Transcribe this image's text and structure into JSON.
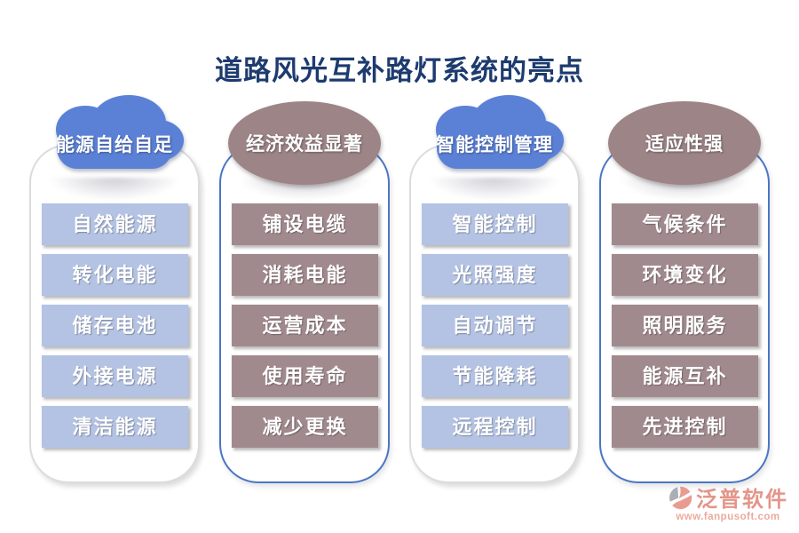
{
  "title": "道路风光互补路灯系统的亮点",
  "columns": [
    {
      "header": "能源自给自足",
      "shape": "cloud",
      "items": [
        "自然能源",
        "转化电能",
        "储存电池",
        "外接电源",
        "清洁能源"
      ]
    },
    {
      "header": "经济效益显著",
      "shape": "ellipse",
      "items": [
        "铺设电缆",
        "消耗电能",
        "运营成本",
        "使用寿命",
        "减少更换"
      ]
    },
    {
      "header": "智能控制管理",
      "shape": "cloud",
      "items": [
        "智能控制",
        "光照强度",
        "自动调节",
        "节能降耗",
        "远程控制"
      ]
    },
    {
      "header": "适应性强",
      "shape": "ellipse",
      "items": [
        "气候条件",
        "环境变化",
        "照明服务",
        "能源互补",
        "先进控制"
      ]
    }
  ],
  "watermark": {
    "brand": "泛普软件",
    "url": "www.fanpusoft.com"
  },
  "colors": {
    "title": "#1d3b6e",
    "cloud": "#5b81d7",
    "ellipse": "#9c8487",
    "item_blue": "#b4c3e3",
    "item_mauve": "#a18a8d",
    "panel_border_gray": "#dcdcdc",
    "panel_border_blue": "#4a76c4",
    "logo": "#e28d80",
    "logo_url": "#eba395"
  }
}
